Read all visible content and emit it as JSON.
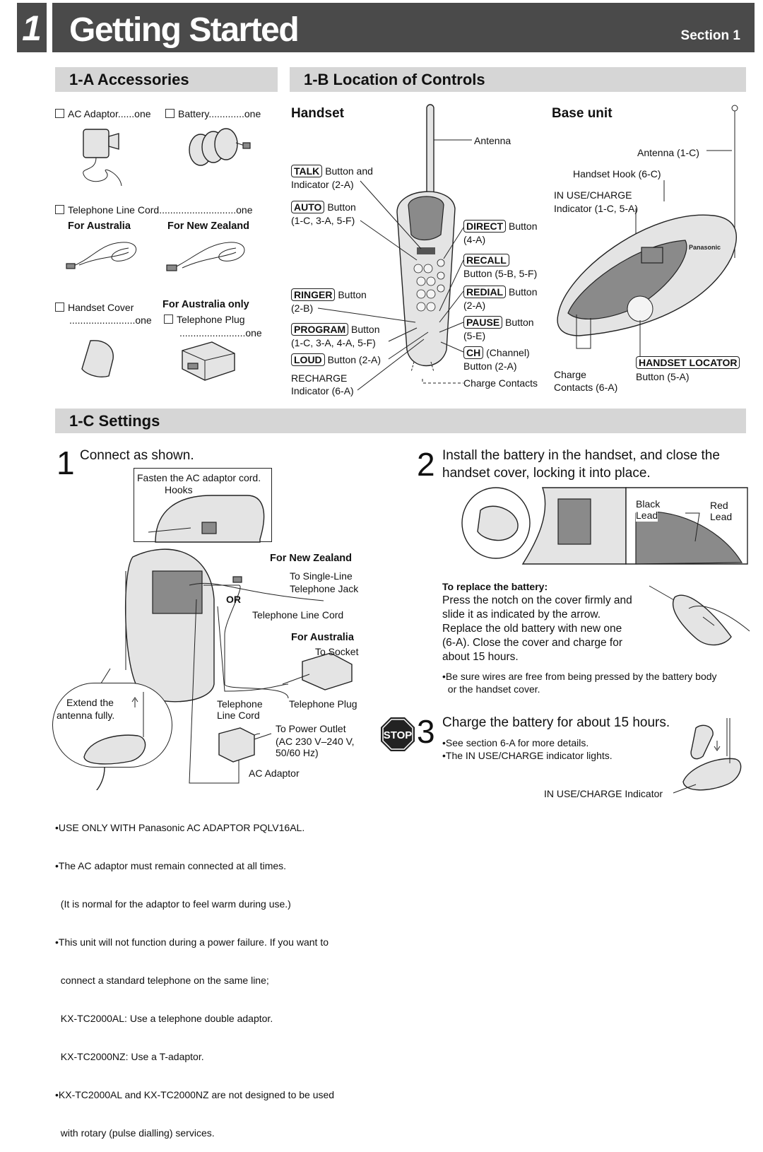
{
  "header": {
    "chapter_number": "1",
    "title": "Getting Started",
    "section": "Section 1"
  },
  "accessories": {
    "heading": "1-A  Accessories",
    "ac_adaptor": "AC Adaptor......one",
    "battery": "Battery.............one",
    "line_cord": "Telephone Line Cord............................one",
    "for_australia": "For Australia",
    "for_new_zealand": "For New Zealand",
    "handset_cover": "Handset Cover",
    "handset_cover_qty": "........................one",
    "for_australia_only": "For Australia only",
    "telephone_plug": "Telephone Plug",
    "telephone_plug_qty": "........................one"
  },
  "controls": {
    "heading": "1-B  Location of Controls",
    "handset_title": "Handset",
    "base_title": "Base unit",
    "antenna": "Antenna",
    "talk_key": "TALK",
    "talk_text": "Button and",
    "talk_text2": "Indicator (2-A)",
    "auto_key": "AUTO",
    "auto_text": "Button",
    "auto_text2": "(1-C, 3-A, 5-F)",
    "ringer_key": "RINGER",
    "ringer_text": "Button",
    "ringer_text2": "(2-B)",
    "program_key": "PROGRAM",
    "program_text": "Button",
    "program_text2": "(1-C, 3-A, 4-A, 5-F)",
    "loud_key": "LOUD",
    "loud_text": "Button (2-A)",
    "recharge": "RECHARGE",
    "recharge2": "Indicator (6-A)",
    "direct_key": "DIRECT",
    "direct_text": "Button",
    "direct_text2": "(4-A)",
    "recall_key": "RECALL",
    "recall_text": "Button (5-B, 5-F)",
    "redial_key": "REDIAL",
    "redial_text": "Button",
    "redial_text2": "(2-A)",
    "pause_key": "PAUSE",
    "pause_text": "Button",
    "pause_text2": "(5-E)",
    "ch_key": "CH",
    "ch_text": "(Channel)",
    "ch_text2": "Button (2-A)",
    "charge_contacts": "Charge Contacts",
    "base_antenna": "Antenna (1-C)",
    "handset_hook": "Handset Hook (6-C)",
    "in_use": "IN USE/CHARGE",
    "in_use2": "Indicator (1-C, 5-A)",
    "handset_locator_key": "HANDSET LOCATOR",
    "handset_locator_text": "Button (5-A)",
    "base_charge": "Charge",
    "base_charge2": "Contacts (6-A)",
    "brand": "Panasonic"
  },
  "settings": {
    "heading": "1-C  Settings",
    "step1_num": "1",
    "step1": "Connect as shown.",
    "fasten": "Fasten the AC adaptor cord.",
    "hooks": "Hooks",
    "for_nz": "For New Zealand",
    "to_single_line": "To Single-Line",
    "telephone_jack": "Telephone Jack",
    "or": "OR",
    "telephone_line_cord": "Telephone Line Cord",
    "for_au": "For Australia",
    "to_socket": "To Socket",
    "extend1": "Extend the",
    "extend2": "antenna fully.",
    "telephone": "Telephone",
    "line_cord": "Line Cord",
    "telephone_plug": "Telephone Plug",
    "to_power": "To Power Outlet",
    "ac_range": "(AC 230 V–240 V,",
    "hz": "50/60 Hz)",
    "ac_adaptor": "AC Adaptor",
    "notes": [
      "•USE ONLY WITH Panasonic AC ADAPTOR PQLV16AL.",
      "•The AC adaptor must remain connected at all times.",
      "  (It is normal for the adaptor to feel warm during use.)",
      "•This unit will not function during a power failure. If you want to",
      "  connect a standard telephone on the same line;",
      "  KX-TC2000AL: Use a telephone double adaptor.",
      "  KX-TC2000NZ: Use a T-adaptor.",
      "•KX-TC2000AL and KX-TC2000NZ are not designed to be used",
      "  with rotary (pulse dialling) services."
    ],
    "step2_num": "2",
    "step2_line1": "Install the battery in the handset, and close the",
    "step2_line2": "handset cover, locking it into place.",
    "black_lead1": "Black",
    "black_lead2": "Lead",
    "red_lead1": "Red",
    "red_lead2": "Lead",
    "replace_title": "To replace the battery:",
    "replace_lines": [
      "Press the notch on the cover firmly and",
      "slide it as indicated by the arrow.",
      "Replace the old battery with new one",
      "(6-A). Close the cover and charge for",
      "about 15 hours."
    ],
    "wires_note1": "•Be sure wires are free from being pressed by the battery body",
    "wires_note2": "  or the handset cover.",
    "stop": "STOP",
    "step3_num": "3",
    "step3": "Charge the battery for about 15 hours.",
    "step3_note1": "•See section 6-A for more details.",
    "step3_note2": "•The IN USE/CHARGE indicator lights.",
    "in_use_indicator": "IN USE/CHARGE Indicator"
  }
}
